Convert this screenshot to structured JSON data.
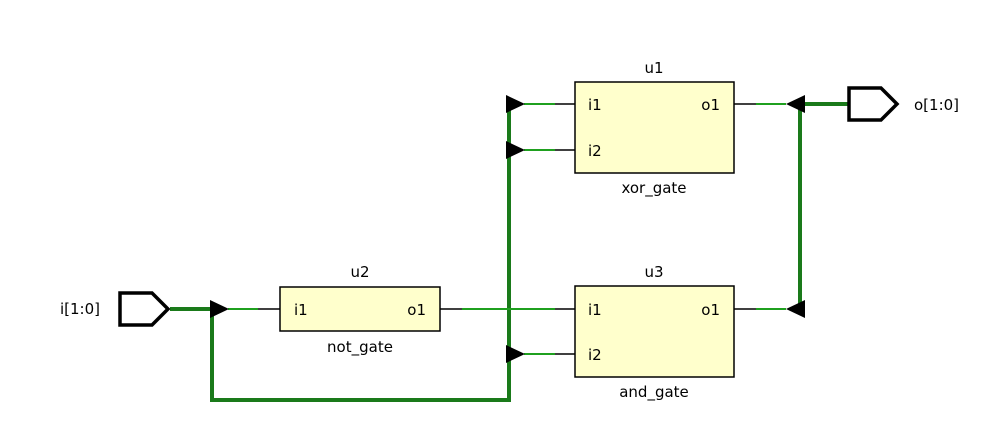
{
  "ports": {
    "input": {
      "label": "i[1:0]"
    },
    "output": {
      "label": "o[1:0]"
    }
  },
  "cells": {
    "u1": {
      "instance": "u1",
      "type": "xor_gate",
      "pins": {
        "in1": "i1",
        "in2": "i2",
        "out": "o1"
      }
    },
    "u2": {
      "instance": "u2",
      "type": "not_gate",
      "pins": {
        "in1": "i1",
        "out": "o1"
      }
    },
    "u3": {
      "instance": "u3",
      "type": "and_gate",
      "pins": {
        "in1": "i1",
        "in2": "i2",
        "out": "o1"
      }
    }
  },
  "colors": {
    "bus": "#1a7a1a",
    "net": "#1fa01f",
    "pin_stub": "#000000",
    "cell_fill": "#ffffcc",
    "cell_stroke": "#000000",
    "port_fill": "#ffffff"
  }
}
